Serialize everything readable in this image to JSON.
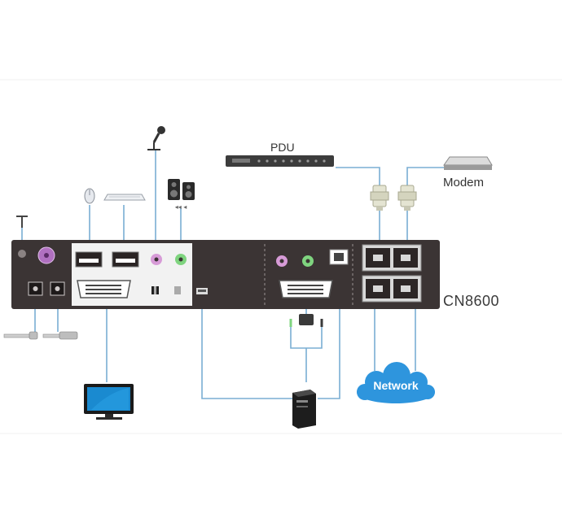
{
  "labels": {
    "pdu": "PDU",
    "modem": "Modem",
    "model": "CN8600",
    "network": "Network"
  },
  "colors": {
    "panel": "#3b3434",
    "panel_inset": "#f2f2f2",
    "cable": "#7aaed3",
    "cloud": "#2e95dd",
    "mic_port": "#d79bd7",
    "audio_port": "#7fd47f",
    "ps2_port": "#b070c0"
  },
  "icons": [
    "antenna-icon",
    "mouse-icon",
    "keyboard-icon",
    "microphone-icon",
    "speakers-icon",
    "pdu-icon",
    "modem-icon",
    "monitor-icon",
    "computer-tower-icon",
    "network-cloud-icon",
    "power-adapter-icon",
    "serial-connector-icon",
    "kvm-cable-icon"
  ]
}
